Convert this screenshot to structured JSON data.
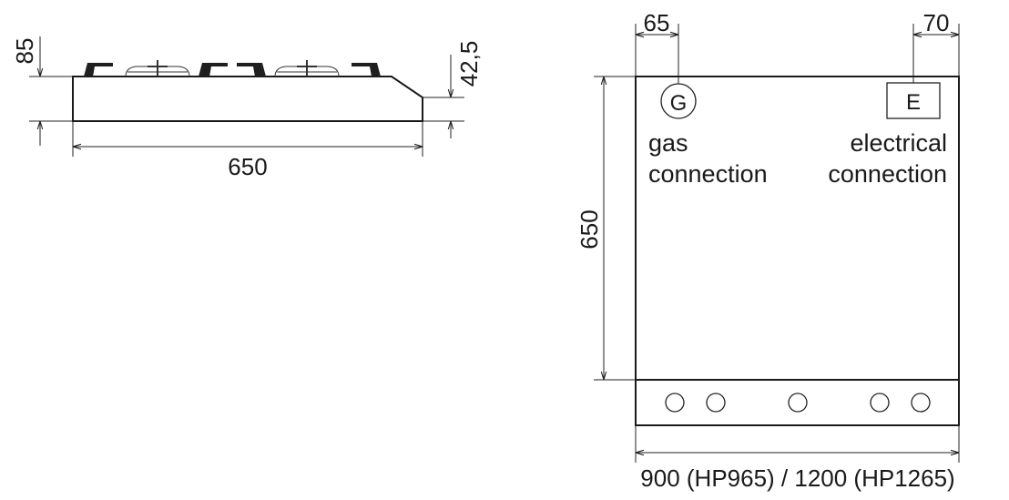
{
  "side_view": {
    "height_label": "85",
    "bevel_height_label": "42,5",
    "depth_label": "650"
  },
  "top_view": {
    "gas_offset_label": "65",
    "electrical_offset_label": "70",
    "depth_label": "650",
    "width_label": "900 (HP965) / 1200 (HP1265)",
    "gas_symbol": "G",
    "gas_label_line1": "gas",
    "gas_label_line2": "connection",
    "electrical_symbol": "E",
    "electrical_label_line1": "electrical",
    "electrical_label_line2": "connection"
  }
}
